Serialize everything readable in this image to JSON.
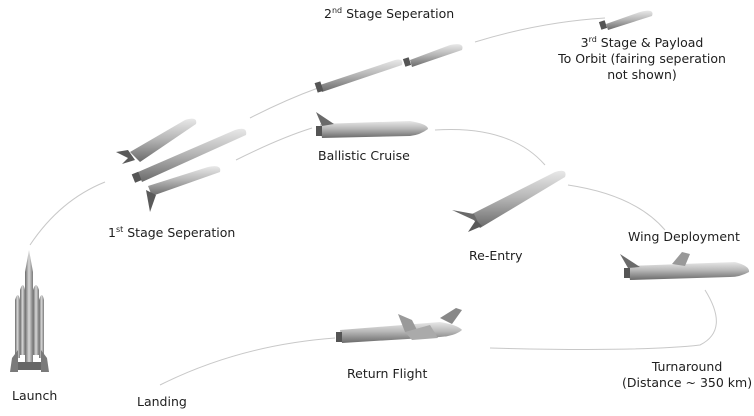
{
  "labels": {
    "launch": "Launch",
    "landing": "Landing",
    "return_flight": "Return Flight",
    "turnaround": "Turnaround",
    "turnaround_distance": "(Distance ~ 350 km)",
    "wing_deployment": "Wing Deployment",
    "re_entry": "Re-Entry",
    "ballistic_cruise": "Ballistic Cruise",
    "stage1_num": "1",
    "stage1_sup": "st",
    "stage1_text": " Stage Seperation",
    "stage2_num": "2",
    "stage2_sup": "nd",
    "stage2_text": " Stage Seperation",
    "stage3_num": "3",
    "stage3_sup": "rd",
    "stage3_line1": " Stage & Payload",
    "stage3_line2": "To Orbit (fairing seperation",
    "stage3_line3": "not shown)"
  },
  "colors": {
    "trajectory": "#c8c8c8",
    "vehicle_light": "#e4e4e4",
    "vehicle_mid": "#a8a8a8",
    "vehicle_dark": "#5a5a5a",
    "text": "#1e1e1e"
  }
}
